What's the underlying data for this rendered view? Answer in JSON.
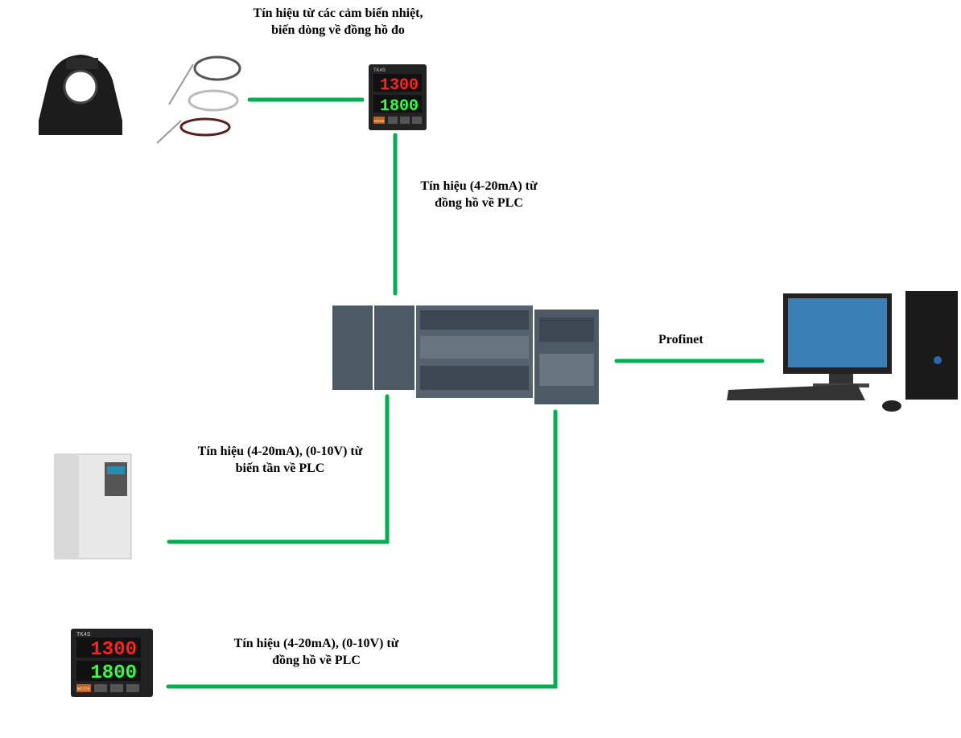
{
  "labels": {
    "sensors_to_meter": [
      "Tín hiệu từ các cảm biến nhiệt,",
      "biến dòng về đồng hồ đo"
    ],
    "meter_to_plc": [
      "Tín hiệu (4-20mA) từ",
      "đồng hồ về PLC"
    ],
    "plc_to_pc": "Profinet",
    "inverter_to_plc": [
      "Tín hiệu (4-20mA), (0-10V) từ",
      "biến tần về PLC"
    ],
    "meter2_to_plc": [
      "Tín hiệu (4-20mA), (0-10V) từ",
      "đồng hồ về PLC"
    ]
  },
  "devices": {
    "meter_display": {
      "pv": "1300",
      "sv": "1800",
      "model": "TK4S",
      "mode_key": "MODE"
    }
  },
  "colors": {
    "wire": "#00b050",
    "pv": "#ff2020",
    "sv": "#30ff40"
  }
}
